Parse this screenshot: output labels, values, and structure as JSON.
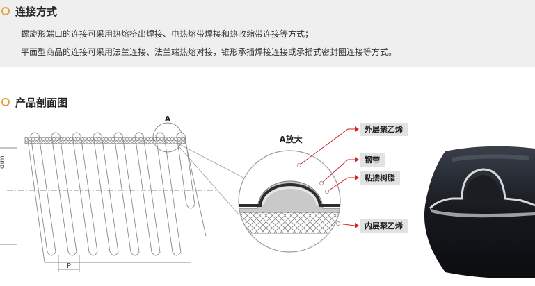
{
  "connection": {
    "title": "连接方式",
    "lines": [
      "螺旋形端口的连接可采用热熔挤出焊接、电热熔带焊接和热收缩带连接等方式；",
      "平面型商品的连接可采用法兰连接、法兰端热熔对接，锥形承插焊接连接或承插式密封圈连接等方式。"
    ]
  },
  "section": {
    "title": "产品剖面图"
  },
  "diagram": {
    "label_a": "A",
    "label_dim": "dim",
    "label_p": "P",
    "zoom_title": "A放大",
    "layers": [
      "外层聚乙烯",
      "钢带",
      "粘接树脂",
      "内层聚乙烯"
    ]
  },
  "colors": {
    "accent": "#e0a43a",
    "section_bg": "#efefef",
    "tag_bg": "#e2e2e2",
    "red_line": "#d2232a"
  }
}
